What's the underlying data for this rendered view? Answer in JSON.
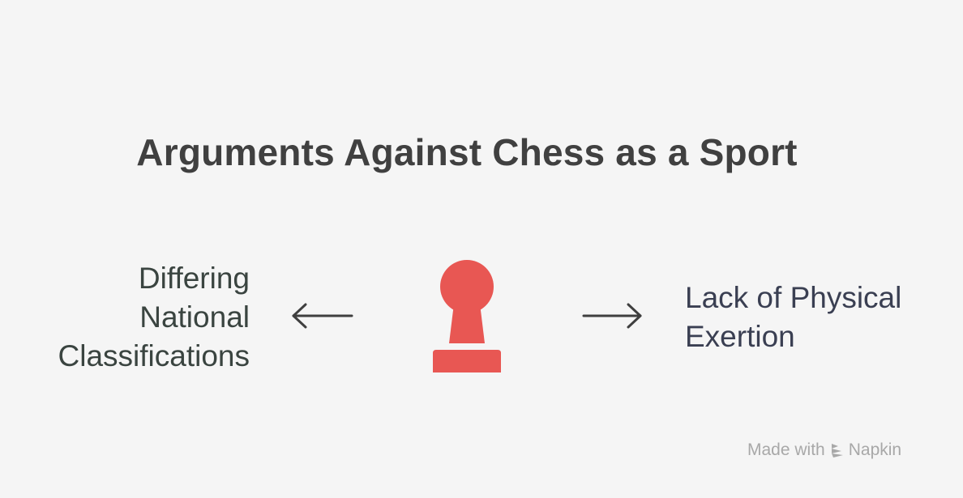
{
  "title": "Arguments Against Chess as a Sport",
  "left_argument": {
    "lines": [
      "Differing",
      "National",
      "Classifications"
    ]
  },
  "right_argument": {
    "lines": [
      "Lack of Physical",
      "Exertion"
    ]
  },
  "center_icon": "chess-pawn-icon",
  "colors": {
    "background": "#f5f5f5",
    "pawn": "#e85753",
    "title": "#404040",
    "left_text": "#3a4440",
    "right_text": "#3a3f52",
    "arrow": "#3f3f3f",
    "watermark": "#a8a8a8"
  },
  "watermark": {
    "prefix": "Made with",
    "brand": "Napkin",
    "logo_icon": "napkin-logo-icon"
  }
}
